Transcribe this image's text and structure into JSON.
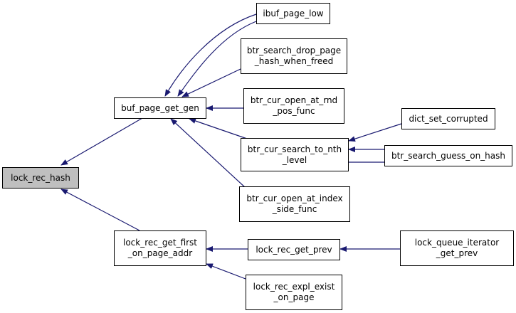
{
  "colors": {
    "edge": "#191970",
    "node_border": "#000000",
    "root_fill": "#bfbfbf",
    "node_fill": "#ffffff"
  },
  "nodes": {
    "lock_rec_hash": {
      "lines": [
        "lock_rec_hash"
      ]
    },
    "buf_page_get_gen": {
      "lines": [
        "buf_page_get_gen"
      ]
    },
    "lock_rec_get_first_on_page_addr": {
      "lines": [
        "lock_rec_get_first",
        "_on_page_addr"
      ]
    },
    "ibuf_page_low": {
      "lines": [
        "ibuf_page_low"
      ]
    },
    "btr_search_drop_page_hash_when_freed": {
      "lines": [
        "btr_search_drop_page",
        "_hash_when_freed"
      ]
    },
    "btr_cur_open_at_rnd_pos_func": {
      "lines": [
        "btr_cur_open_at_rnd",
        "_pos_func"
      ]
    },
    "btr_cur_search_to_nth_level": {
      "lines": [
        "btr_cur_search_to_nth",
        "_level"
      ]
    },
    "btr_cur_open_at_index_side_func": {
      "lines": [
        "btr_cur_open_at_index",
        "_side_func"
      ]
    },
    "lock_rec_get_prev": {
      "lines": [
        "lock_rec_get_prev"
      ]
    },
    "lock_rec_expl_exist_on_page": {
      "lines": [
        "lock_rec_expl_exist",
        "_on_page"
      ]
    },
    "dict_set_corrupted": {
      "lines": [
        "dict_set_corrupted"
      ]
    },
    "btr_search_guess_on_hash": {
      "lines": [
        "btr_search_guess_on_hash"
      ]
    },
    "lock_queue_iterator_get_prev": {
      "lines": [
        "lock_queue_iterator",
        "_get_prev"
      ]
    }
  }
}
